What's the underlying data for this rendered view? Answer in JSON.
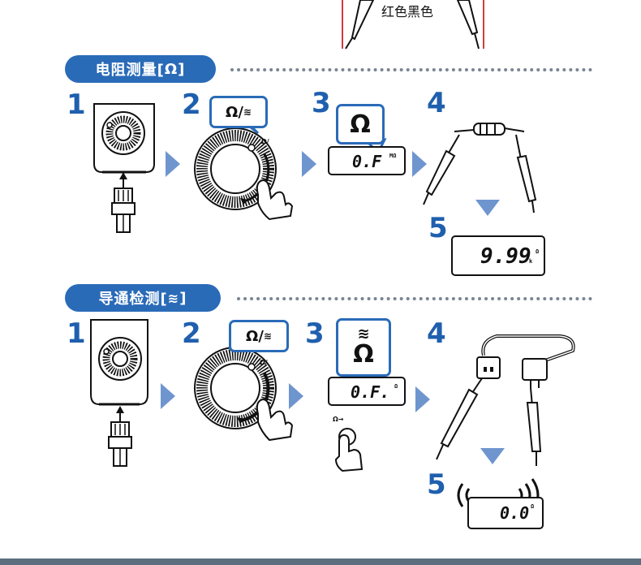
{
  "top": {
    "caption": "红色黑色"
  },
  "sections": [
    {
      "title": "电阻测量[",
      "title_symbol": "Ω",
      "title_end": "]",
      "steps": [
        "1",
        "2",
        "3",
        "4",
        "5"
      ],
      "selector_label": "Ω/",
      "dial_label": "Ω/",
      "mode_symbol": "Ω",
      "lcd_step3": {
        "reading": "0.F",
        "unit": "MΩ"
      },
      "lcd_step5": {
        "reading": "9.99",
        "unit_prefix": "k",
        "unit": "Ω"
      }
    },
    {
      "title": "导通检测[",
      "title_end": "]",
      "steps": [
        "1",
        "2",
        "3",
        "4",
        "5"
      ],
      "selector_label": "Ω/",
      "dial_label": "Ω/",
      "mode_symbol": "Ω",
      "lcd_step3": {
        "reading": "0.F.",
        "unit": "Ω"
      },
      "button_label": "Ω→",
      "lcd_step5": {
        "reading": "0.0",
        "unit": "Ω"
      }
    }
  ],
  "colors": {
    "pill": "#2a6bb8",
    "step_number": "#1f5fae",
    "arrow": "#6f95cf",
    "red_frame": "#d23c3c"
  }
}
